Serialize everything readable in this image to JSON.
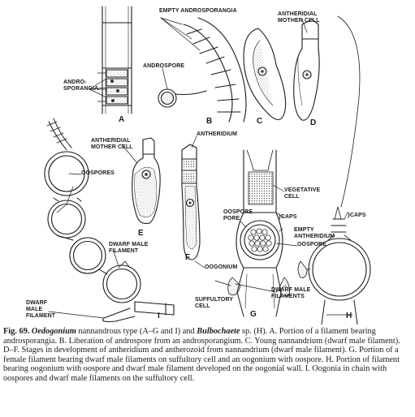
{
  "labels": {
    "empty_androsporangia": "EMPTY ANDROSPORANGIA",
    "antheridial_mother_cell_top": "ANTHERIDIAL MOTHER CELL",
    "androspore": "ANDROSPORE",
    "androsporangia": "ANDRO- SPORANGIA",
    "antheridium": "ANTHERIDIUM",
    "antheridial_mother_cell_mid": "ANTHERIDIAL MOTHER CELL",
    "oospores": "OOSPORES",
    "vegetative_cell": "VEGETATIVE CELL",
    "oospore_pore": "OOSPORE PORE",
    "caps_g": "CAPS",
    "empty_antheridium": "EMPTY ANTHERIDIUM",
    "caps_h": "CAPS",
    "oospore": "OOSPORE",
    "oogonium": "OOGONIUM",
    "dwarf_male_filament_i": "DWARF MALE FILAMENT",
    "dwarf_male_filament_left": "DWARF MALE FILAMENT",
    "dwarf_male_filaments": "DWARF MALE FILAMENTS",
    "suffultory_cell": "SUFFULTORY CELL"
  },
  "panels": [
    "A",
    "B",
    "C",
    "D",
    "E",
    "F",
    "G",
    "H",
    "I"
  ],
  "caption": {
    "fig": "Fig. 69.",
    "genus1": "Oedogonium",
    "part1": " nannandrous type (A–G and I) and ",
    "genus2": "Bulbochaete",
    "part2": " sp. (H). A. Portion of a filament bearing androsporangia. B. Liberation of androspore from an androsporangium. C. Young nannandrium (dwarf male filament). D–F. Stages in development of antheridium and antherozoid from nannandrium (dwarf male filament). G. Portion of a female filament bearing dwarf male filaments on suffultory cell and an oogonium with oospore. H. Portion of filament bearing oogonium with oospore and dwarf male filament developed on the oogonial wall. I. Oogonia in chain with oospores and dwarf male filaments on the suffultory cell."
  },
  "colors": {
    "ink": "#1a1a1a",
    "paper": "#ffffff",
    "stipple": "#777777"
  }
}
